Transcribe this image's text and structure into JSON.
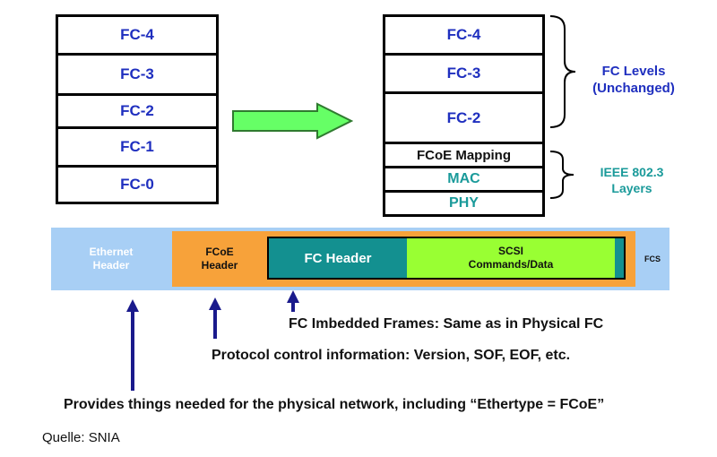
{
  "left_stack": [
    "FC-4",
    "FC-3",
    "FC-2",
    "FC-1",
    "FC-0"
  ],
  "right_stack": {
    "fc_levels": [
      "FC-4",
      "FC-3",
      "FC-2"
    ],
    "mapping": "FCoE Mapping",
    "ieee": [
      "MAC",
      "PHY"
    ]
  },
  "brace_labels": {
    "fc_levels_line1": "FC Levels",
    "fc_levels_line2": "(Unchanged)",
    "ieee_line1": "IEEE 802.3",
    "ieee_line2": "Layers"
  },
  "frame": {
    "ethernet_line1": "Ethernet",
    "ethernet_line2": "Header",
    "fcoe_line1": "FCoE",
    "fcoe_line2": "Header",
    "fc_header": "FC Header",
    "scsi_line1": "SCSI",
    "scsi_line2": "Commands/Data",
    "fcs": "FCS"
  },
  "captions": {
    "fc_imbedded": "FC Imbedded Frames: Same as in Physical FC",
    "protocol": "Protocol control information: Version, SOF, EOF, etc.",
    "physical": "Provides things needed for the physical network, including “Ethertype = FCoE”"
  },
  "source": "Quelle: SNIA",
  "colors": {
    "stack_text": "#1f2fbf",
    "ieee_text": "#1a9a9a",
    "ethernet_bg": "#a8cff5",
    "fcoe_bg": "#f7a23a",
    "fc_header_bg": "#139090",
    "scsi_bg": "#99ff33",
    "arrow_fill": "#66ff66",
    "pointer_arrow": "#1a1a8c"
  }
}
